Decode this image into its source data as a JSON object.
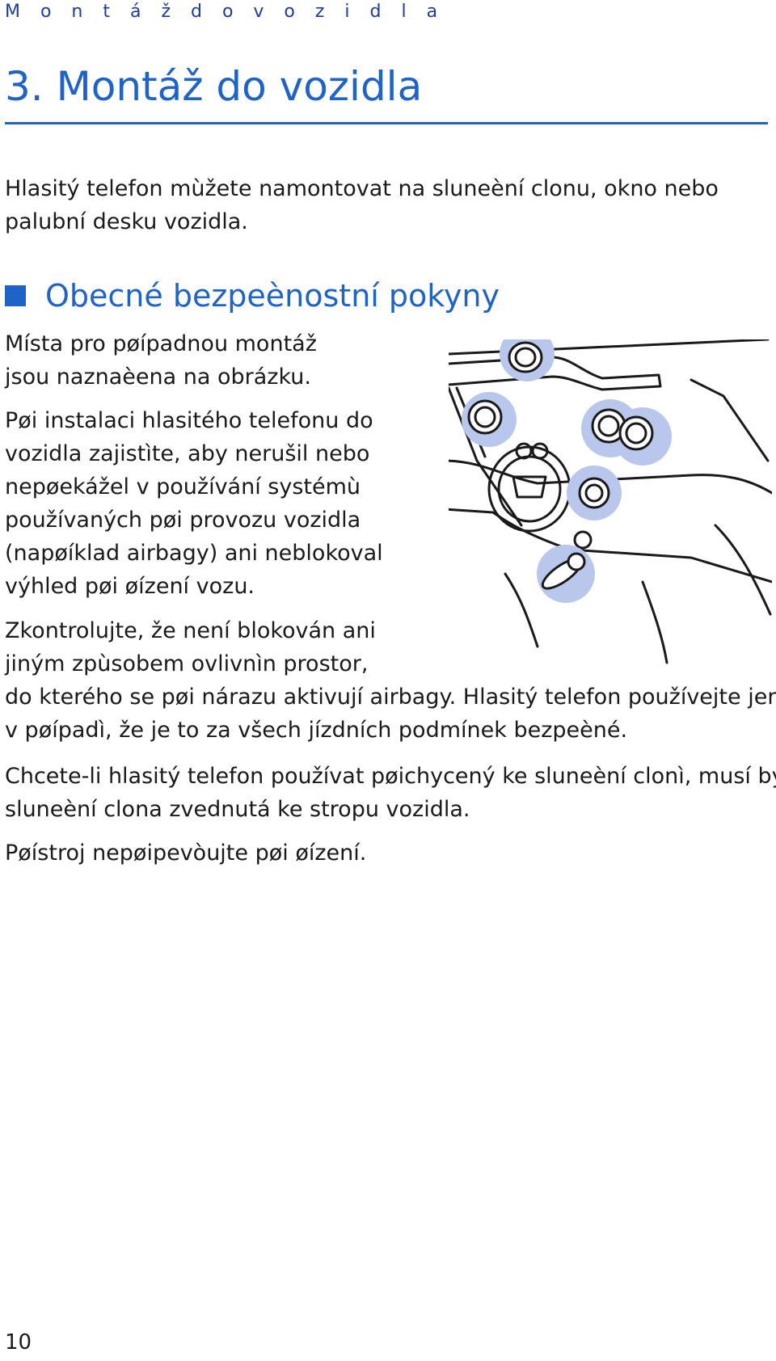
{
  "running_header": "M o n t á ž   d o   v o z i d l a",
  "chapter_title": "3.  Montáž do vozidla",
  "intro": [
    "Hlasitý telefon mùžete namontovat na sluneèní clonu, okno nebo",
    "palubní desku vozidla."
  ],
  "section_heading": "Obecné bezpeènostní pokyny",
  "p1": [
    "Místa pro pøípadnou montáž",
    "jsou naznaèena na obrázku."
  ],
  "p2": [
    "Pøi instalaci hlasitého telefonu do",
    "vozidla zajistìte, aby nerušil nebo",
    "nepøekážel v používání systémù",
    "používaných pøi provozu vozidla",
    "(napøíklad airbagy) ani neblokoval",
    "výhled pøi øízení vozu."
  ],
  "p3": [
    "Zkontrolujte, že není blokován ani",
    "jiným zpùsobem ovlivnìn prostor,",
    "do kterého se pøi nárazu aktivují airbagy. Hlasitý telefon používejte jen",
    "v pøípadì, že je to za všech jízdních podmínek bezpeèné."
  ],
  "p4": [
    "Chcete-li hlasitý telefon používat pøichycený ke sluneèní clonì, musí být",
    "sluneèní clona zvednutá ke stropu vozidla."
  ],
  "p5": [
    "Pøístroj nepøipevòujte pøi øízení."
  ],
  "page_number": "10",
  "colors": {
    "accent": "#1f63c8",
    "header": "#1e3c9c",
    "highlight_circle": "#b9c7ec",
    "text": "#1a1a1a"
  }
}
